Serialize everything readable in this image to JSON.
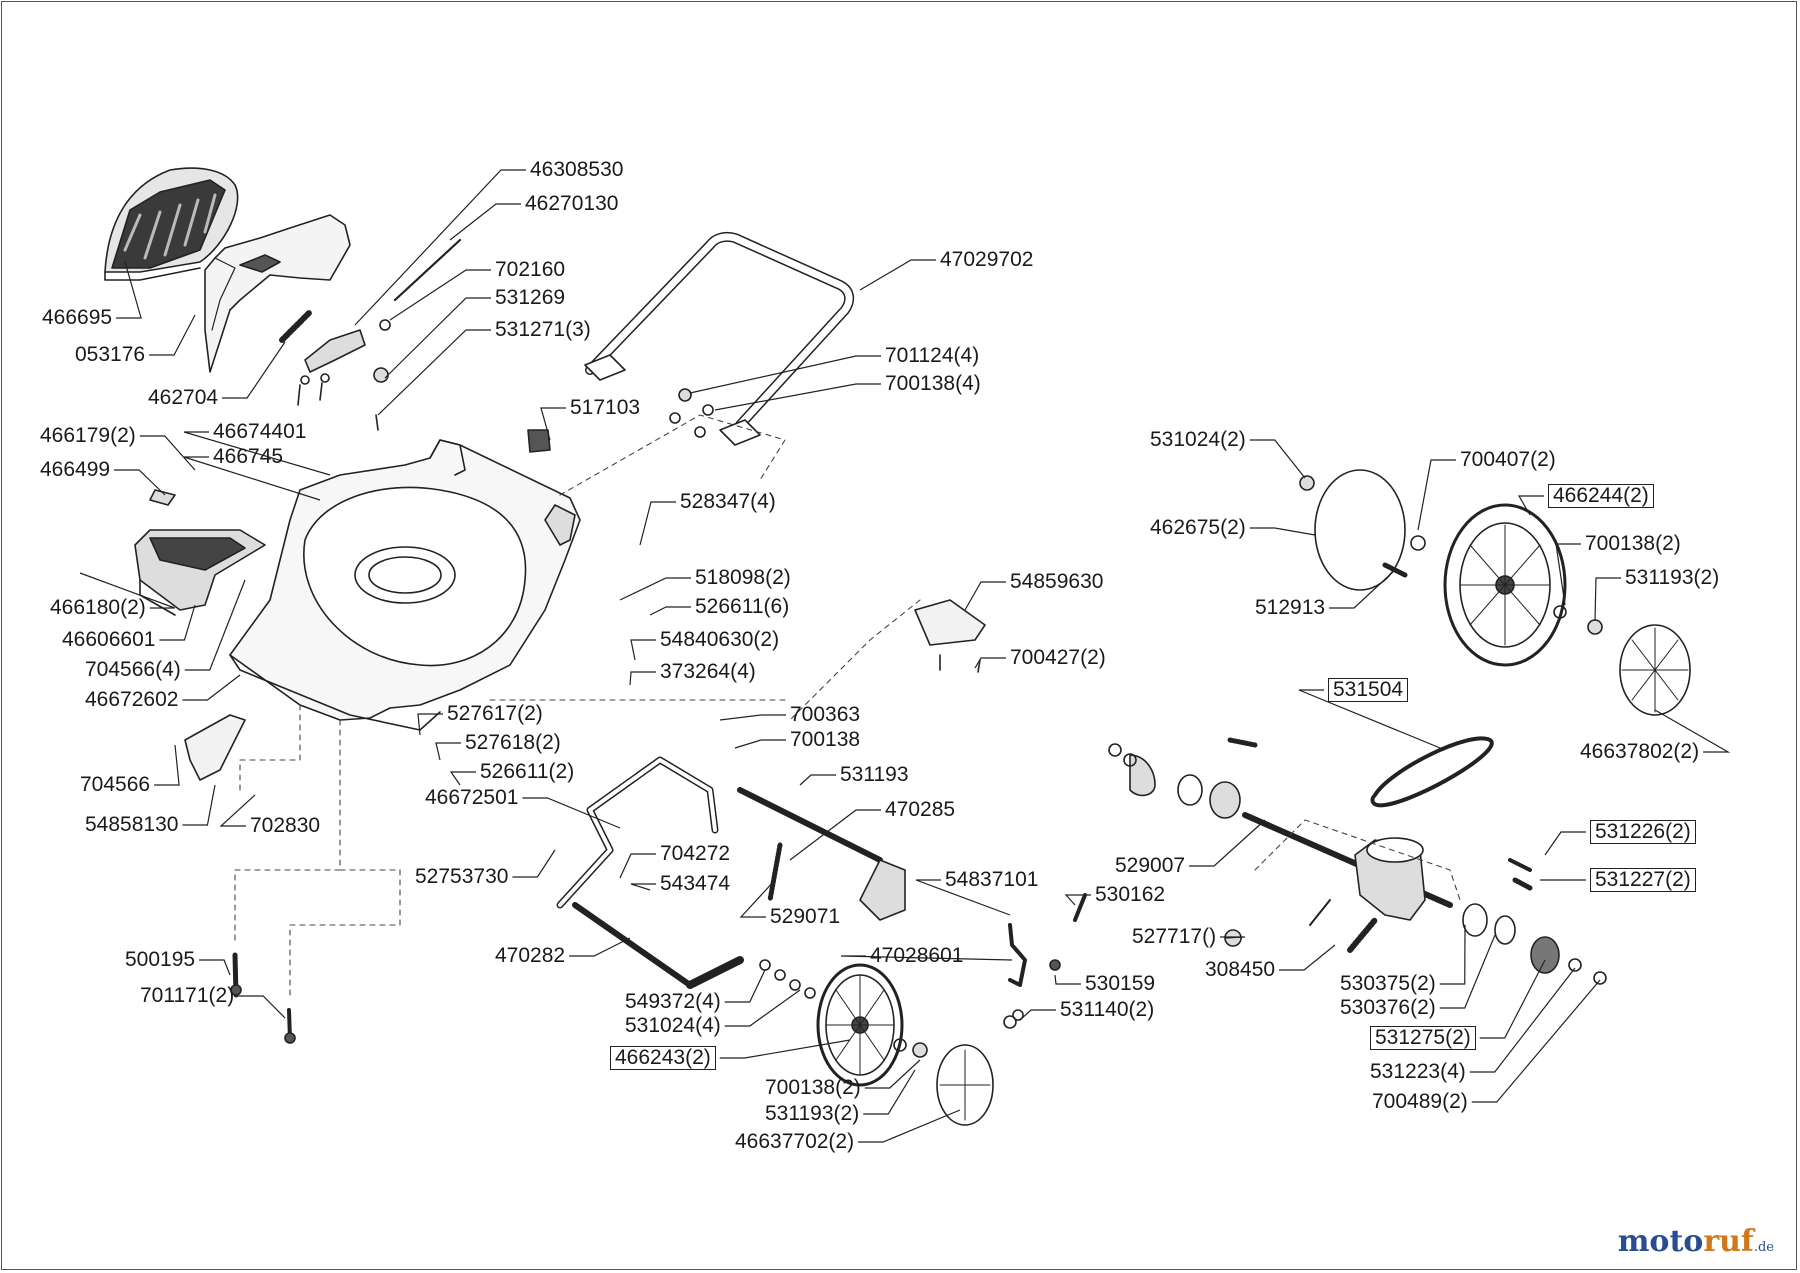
{
  "diagram": {
    "title": "",
    "labels": [
      {
        "id": "l1",
        "text": "466695"
      },
      {
        "id": "l2",
        "text": "053176"
      },
      {
        "id": "l3",
        "text": "462704"
      },
      {
        "id": "l4",
        "text": "46308530"
      },
      {
        "id": "l5",
        "text": "46270130"
      },
      {
        "id": "l6",
        "text": "702160"
      },
      {
        "id": "l7",
        "text": "531269"
      },
      {
        "id": "l8",
        "text": "531271(3)"
      },
      {
        "id": "l9",
        "text": "47029702"
      },
      {
        "id": "l10",
        "text": "701124(4)"
      },
      {
        "id": "l11",
        "text": "700138(4)"
      },
      {
        "id": "l12",
        "text": "517103"
      },
      {
        "id": "l13",
        "text": "466179(2)"
      },
      {
        "id": "l14",
        "text": "46674401"
      },
      {
        "id": "l15",
        "text": "466745"
      },
      {
        "id": "l16",
        "text": "466499"
      },
      {
        "id": "l17",
        "text": "528347(4)"
      },
      {
        "id": "l18",
        "text": "518098(2)"
      },
      {
        "id": "l19",
        "text": "526611(6)"
      },
      {
        "id": "l20",
        "text": "54840630(2)"
      },
      {
        "id": "l21",
        "text": "373264(4)"
      },
      {
        "id": "l22",
        "text": "466180(2)"
      },
      {
        "id": "l23",
        "text": "46606601"
      },
      {
        "id": "l24",
        "text": "704566(4)"
      },
      {
        "id": "l25",
        "text": "46672602"
      },
      {
        "id": "l26",
        "text": "527617(2)"
      },
      {
        "id": "l27",
        "text": "527618(2)"
      },
      {
        "id": "l28",
        "text": "526611(2)"
      },
      {
        "id": "l29",
        "text": "46672501"
      },
      {
        "id": "l30",
        "text": "704566"
      },
      {
        "id": "l31",
        "text": "54858130"
      },
      {
        "id": "l32",
        "text": "702830"
      },
      {
        "id": "l33",
        "text": "52753730"
      },
      {
        "id": "l34",
        "text": "500195"
      },
      {
        "id": "l35",
        "text": "701171(2)"
      },
      {
        "id": "l36",
        "text": "700363"
      },
      {
        "id": "l37",
        "text": "700138"
      },
      {
        "id": "l38",
        "text": "531193"
      },
      {
        "id": "l39",
        "text": "470285"
      },
      {
        "id": "l40",
        "text": "704272"
      },
      {
        "id": "l41",
        "text": "543474"
      },
      {
        "id": "l42",
        "text": "529071"
      },
      {
        "id": "l43",
        "text": "470282"
      },
      {
        "id": "l44",
        "text": "549372(4)"
      },
      {
        "id": "l45",
        "text": "531024(4)"
      },
      {
        "id": "l46",
        "text": "466243(2)"
      },
      {
        "id": "l47",
        "text": "700138(2)"
      },
      {
        "id": "l48",
        "text": "531193(2)"
      },
      {
        "id": "l49",
        "text": "46637702(2)"
      },
      {
        "id": "l50",
        "text": "54859630"
      },
      {
        "id": "l51",
        "text": "700427(2)"
      },
      {
        "id": "l52",
        "text": "54837101"
      },
      {
        "id": "l53",
        "text": "530162"
      },
      {
        "id": "l54",
        "text": "47028601"
      },
      {
        "id": "l55",
        "text": "530159"
      },
      {
        "id": "l56",
        "text": "531140(2)"
      },
      {
        "id": "l57",
        "text": "531024(2)"
      },
      {
        "id": "l58",
        "text": "700407(2)"
      },
      {
        "id": "l59",
        "text": "466244(2)"
      },
      {
        "id": "l60",
        "text": "462675(2)"
      },
      {
        "id": "l61",
        "text": "700138(2)"
      },
      {
        "id": "l62",
        "text": "531193(2)"
      },
      {
        "id": "l63",
        "text": "512913"
      },
      {
        "id": "l64",
        "text": "531504"
      },
      {
        "id": "l65",
        "text": "46637802(2)"
      },
      {
        "id": "l66",
        "text": "529007"
      },
      {
        "id": "l67",
        "text": "531226(2)"
      },
      {
        "id": "l68",
        "text": "531227(2)"
      },
      {
        "id": "l69",
        "text": "527717()"
      },
      {
        "id": "l70",
        "text": "308450"
      },
      {
        "id": "l71",
        "text": "530375(2)"
      },
      {
        "id": "l72",
        "text": "530376(2)"
      },
      {
        "id": "l73",
        "text": "531275(2)"
      },
      {
        "id": "l74",
        "text": "531223(4)"
      },
      {
        "id": "l75",
        "text": "700489(2)"
      }
    ],
    "boxed_labels": [
      "l46",
      "l59",
      "l64",
      "l67",
      "l68",
      "l73"
    ]
  },
  "watermark": {
    "part1": "moto",
    "part2": "ruf",
    "part3": ".de"
  }
}
